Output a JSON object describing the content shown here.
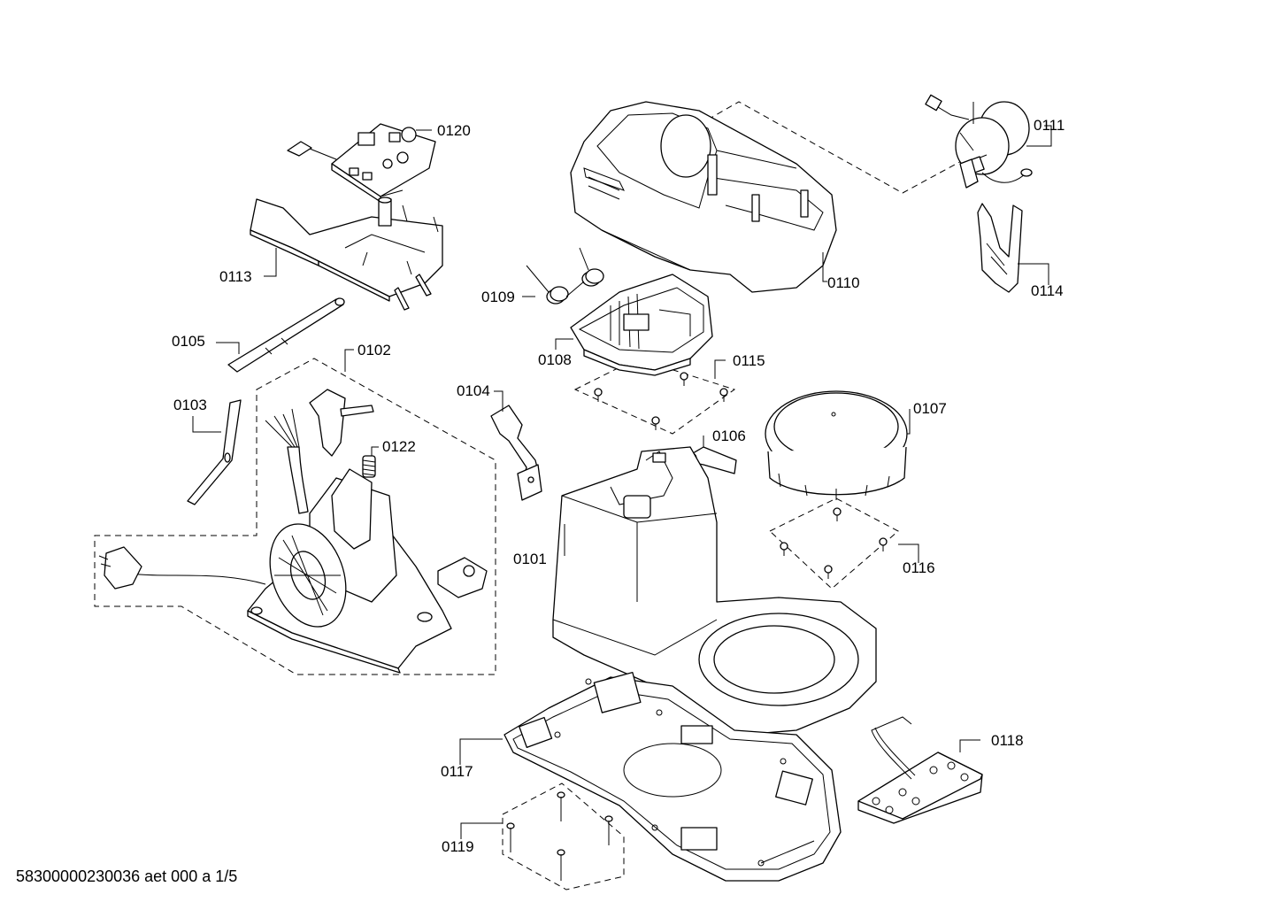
{
  "footer": {
    "code": "58300000230036 aet 000 a 1/5"
  },
  "callouts": {
    "p0101": "0101",
    "p0102": "0102",
    "p0103": "0103",
    "p0104": "0104",
    "p0105": "0105",
    "p0106": "0106",
    "p0107": "0107",
    "p0108": "0108",
    "p0109": "0109",
    "p0110": "0110",
    "p0111": "0111",
    "p0113": "0113",
    "p0114": "0114",
    "p0115": "0115",
    "p0116": "0116",
    "p0117": "0117",
    "p0118": "0118",
    "p0119": "0119",
    "p0120": "0120",
    "p0122": "0122"
  }
}
